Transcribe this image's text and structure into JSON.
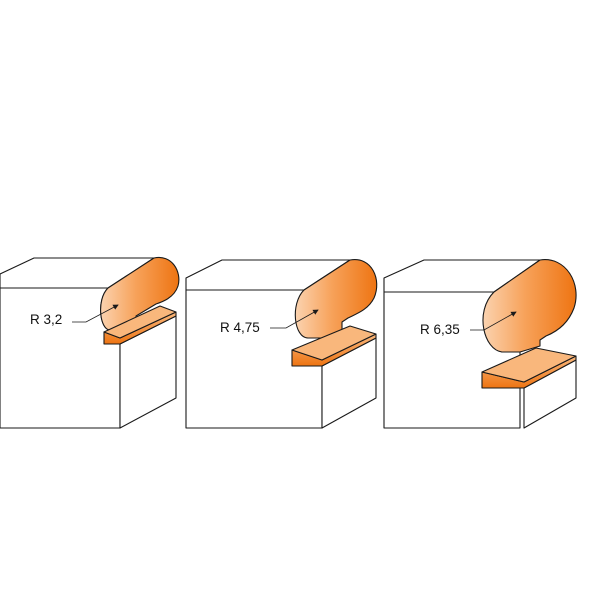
{
  "colors": {
    "background": "#ffffff",
    "block_face": "#ffffff",
    "outline": "#1a1a1a",
    "accent_light": "#fbd3b0",
    "accent_mid": "#f7a25a",
    "accent_dark": "#ee7412"
  },
  "profiles": [
    {
      "label": "R 3,2"
    },
    {
      "label": "R 4,75"
    },
    {
      "label": "R 6,35"
    }
  ]
}
